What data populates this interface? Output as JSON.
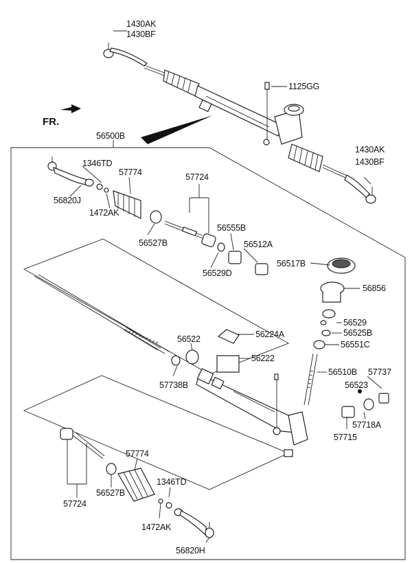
{
  "labels": {
    "p1430AK_top": "1430AK",
    "p1430BF_top": "1430BF",
    "p1125GG": "1125GG",
    "fr": "FR.",
    "p56500B": "56500B",
    "p1430AK_right": "1430AK",
    "p1430BF_right": "1430BF",
    "p1346TD_top": "1346TD",
    "p57774_top": "57774",
    "p57724_top": "57724",
    "p56820J": "56820J",
    "p1472AK_top": "1472AK",
    "p56555B": "56555B",
    "p56527B_top": "56527B",
    "p56512A": "56512A",
    "p56529D": "56529D",
    "p56517B": "56517B",
    "p56856": "56856",
    "p56529": "56529",
    "p56525B": "56525B",
    "p56522": "56522",
    "p56224A": "56224A",
    "p56551C": "56551C",
    "p56222": "56222",
    "p56510B": "56510B",
    "p57737": "57737",
    "p57738B": "57738B",
    "p56523": "56523",
    "p57718A": "57718A",
    "p57715": "57715",
    "p57774_bot": "57774",
    "p1346TD_bot": "1346TD",
    "p56527B_bot": "56527B",
    "p57724_bot": "57724",
    "p1472AK_bot": "1472AK",
    "p56820H": "56820H"
  }
}
